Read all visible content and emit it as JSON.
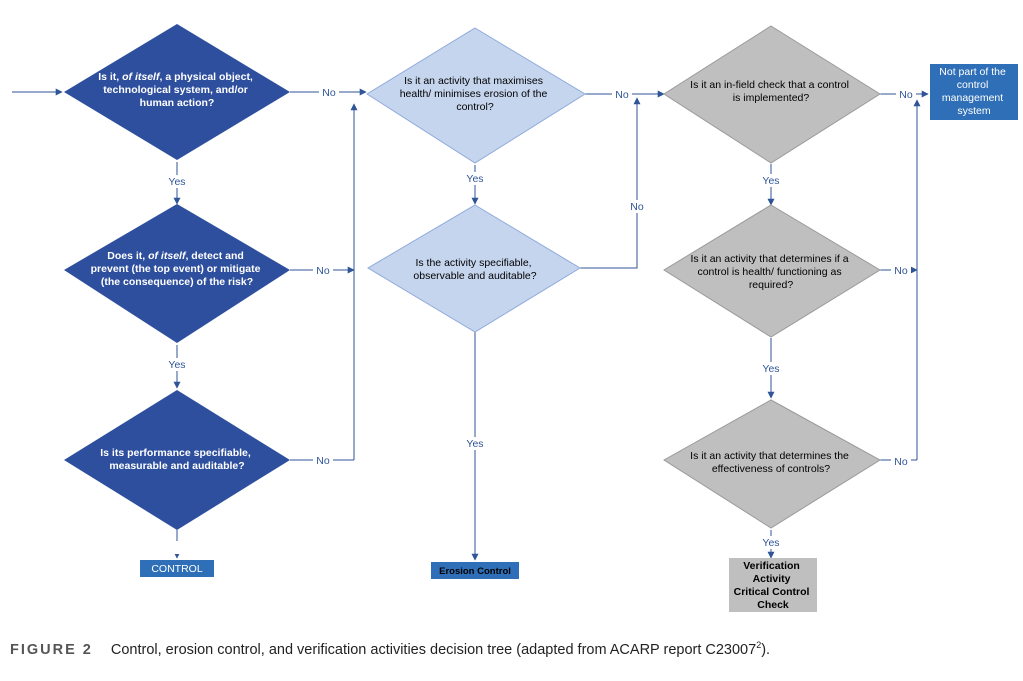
{
  "diagram": {
    "col1": {
      "q1": [
        "Is it, of itself, a physical object,",
        "technological system, and/or",
        "human action?"
      ],
      "q2": [
        "Does it, of itself, detect and",
        "prevent (the top event) or mitigate",
        "(the consequence) of the risk?"
      ],
      "q3": [
        "Is its performance specifiable,",
        "measurable and auditable?"
      ],
      "result": "CONTROL"
    },
    "col2": {
      "q1": [
        "Is it an activity that maximises",
        "health/ minimises erosion of the",
        "control?"
      ],
      "q2": [
        "Is the activity specifiable,",
        "observable and auditable?"
      ],
      "result": "Erosion Control"
    },
    "col3": {
      "q1": [
        "Is it an in-field check that a control",
        "is implemented?"
      ],
      "q2": [
        "Is it an activity that determines if a",
        "control is health/ functioning as",
        "required?"
      ],
      "q3": [
        "Is it an activity that determines the",
        "effectiveness of controls?"
      ],
      "result": [
        "Verification",
        "Activity",
        "Critical Control",
        "Check"
      ]
    },
    "not_part": [
      "Not part of the",
      "control",
      "management",
      "system"
    ],
    "labels": {
      "yes": "Yes",
      "no": "No"
    },
    "colors": {
      "dark_blue": "#2e4f9e",
      "light_blue": "#c6d5ee",
      "grey": "#bfbfbf",
      "result_blue": "#2f6fb7",
      "line": "#2f5597"
    }
  },
  "caption": {
    "label": "FIGURE 2",
    "text": "Control, erosion control, and verification activities decision tree (adapted from ACARP report C23007",
    "superscript": "2",
    "suffix": ")."
  }
}
